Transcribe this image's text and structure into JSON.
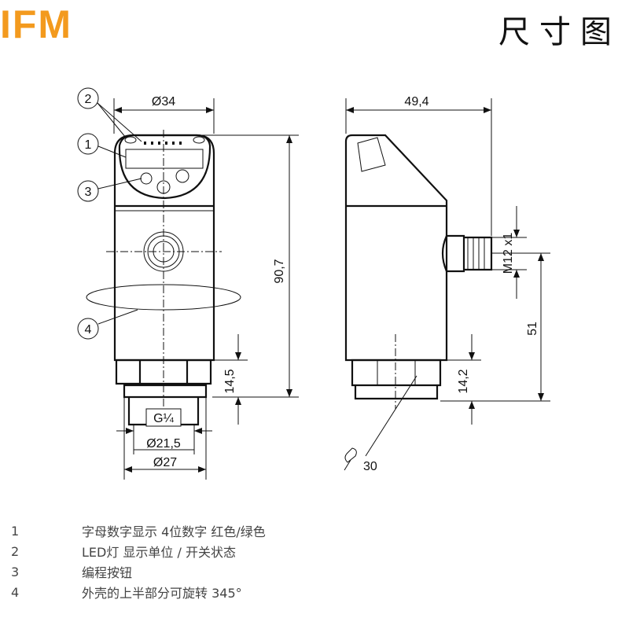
{
  "header": {
    "logo": "IFM",
    "title": "尺寸图",
    "logo_color": "#f39a1e"
  },
  "dimensions": {
    "front_diameter": "Ø34",
    "height": "90,7",
    "thread_length": "14,5",
    "thread": "G¼",
    "inner_diameter": "Ø21,5",
    "outer_diameter": "Ø27",
    "side_width": "49,4",
    "connector": "M12 x1",
    "connector_height": "51",
    "side_thread_length": "14,2",
    "wrench_size": "30"
  },
  "callouts": [
    "1",
    "2",
    "3",
    "4"
  ],
  "legend": [
    {
      "num": "1",
      "text": "字母数字显示 4位数字 红色/绿色"
    },
    {
      "num": "2",
      "text": "LED灯 显示单位 / 开关状态"
    },
    {
      "num": "3",
      "text": "编程按钮"
    },
    {
      "num": "4",
      "text": "外壳的上半部分可旋转 345°"
    }
  ]
}
